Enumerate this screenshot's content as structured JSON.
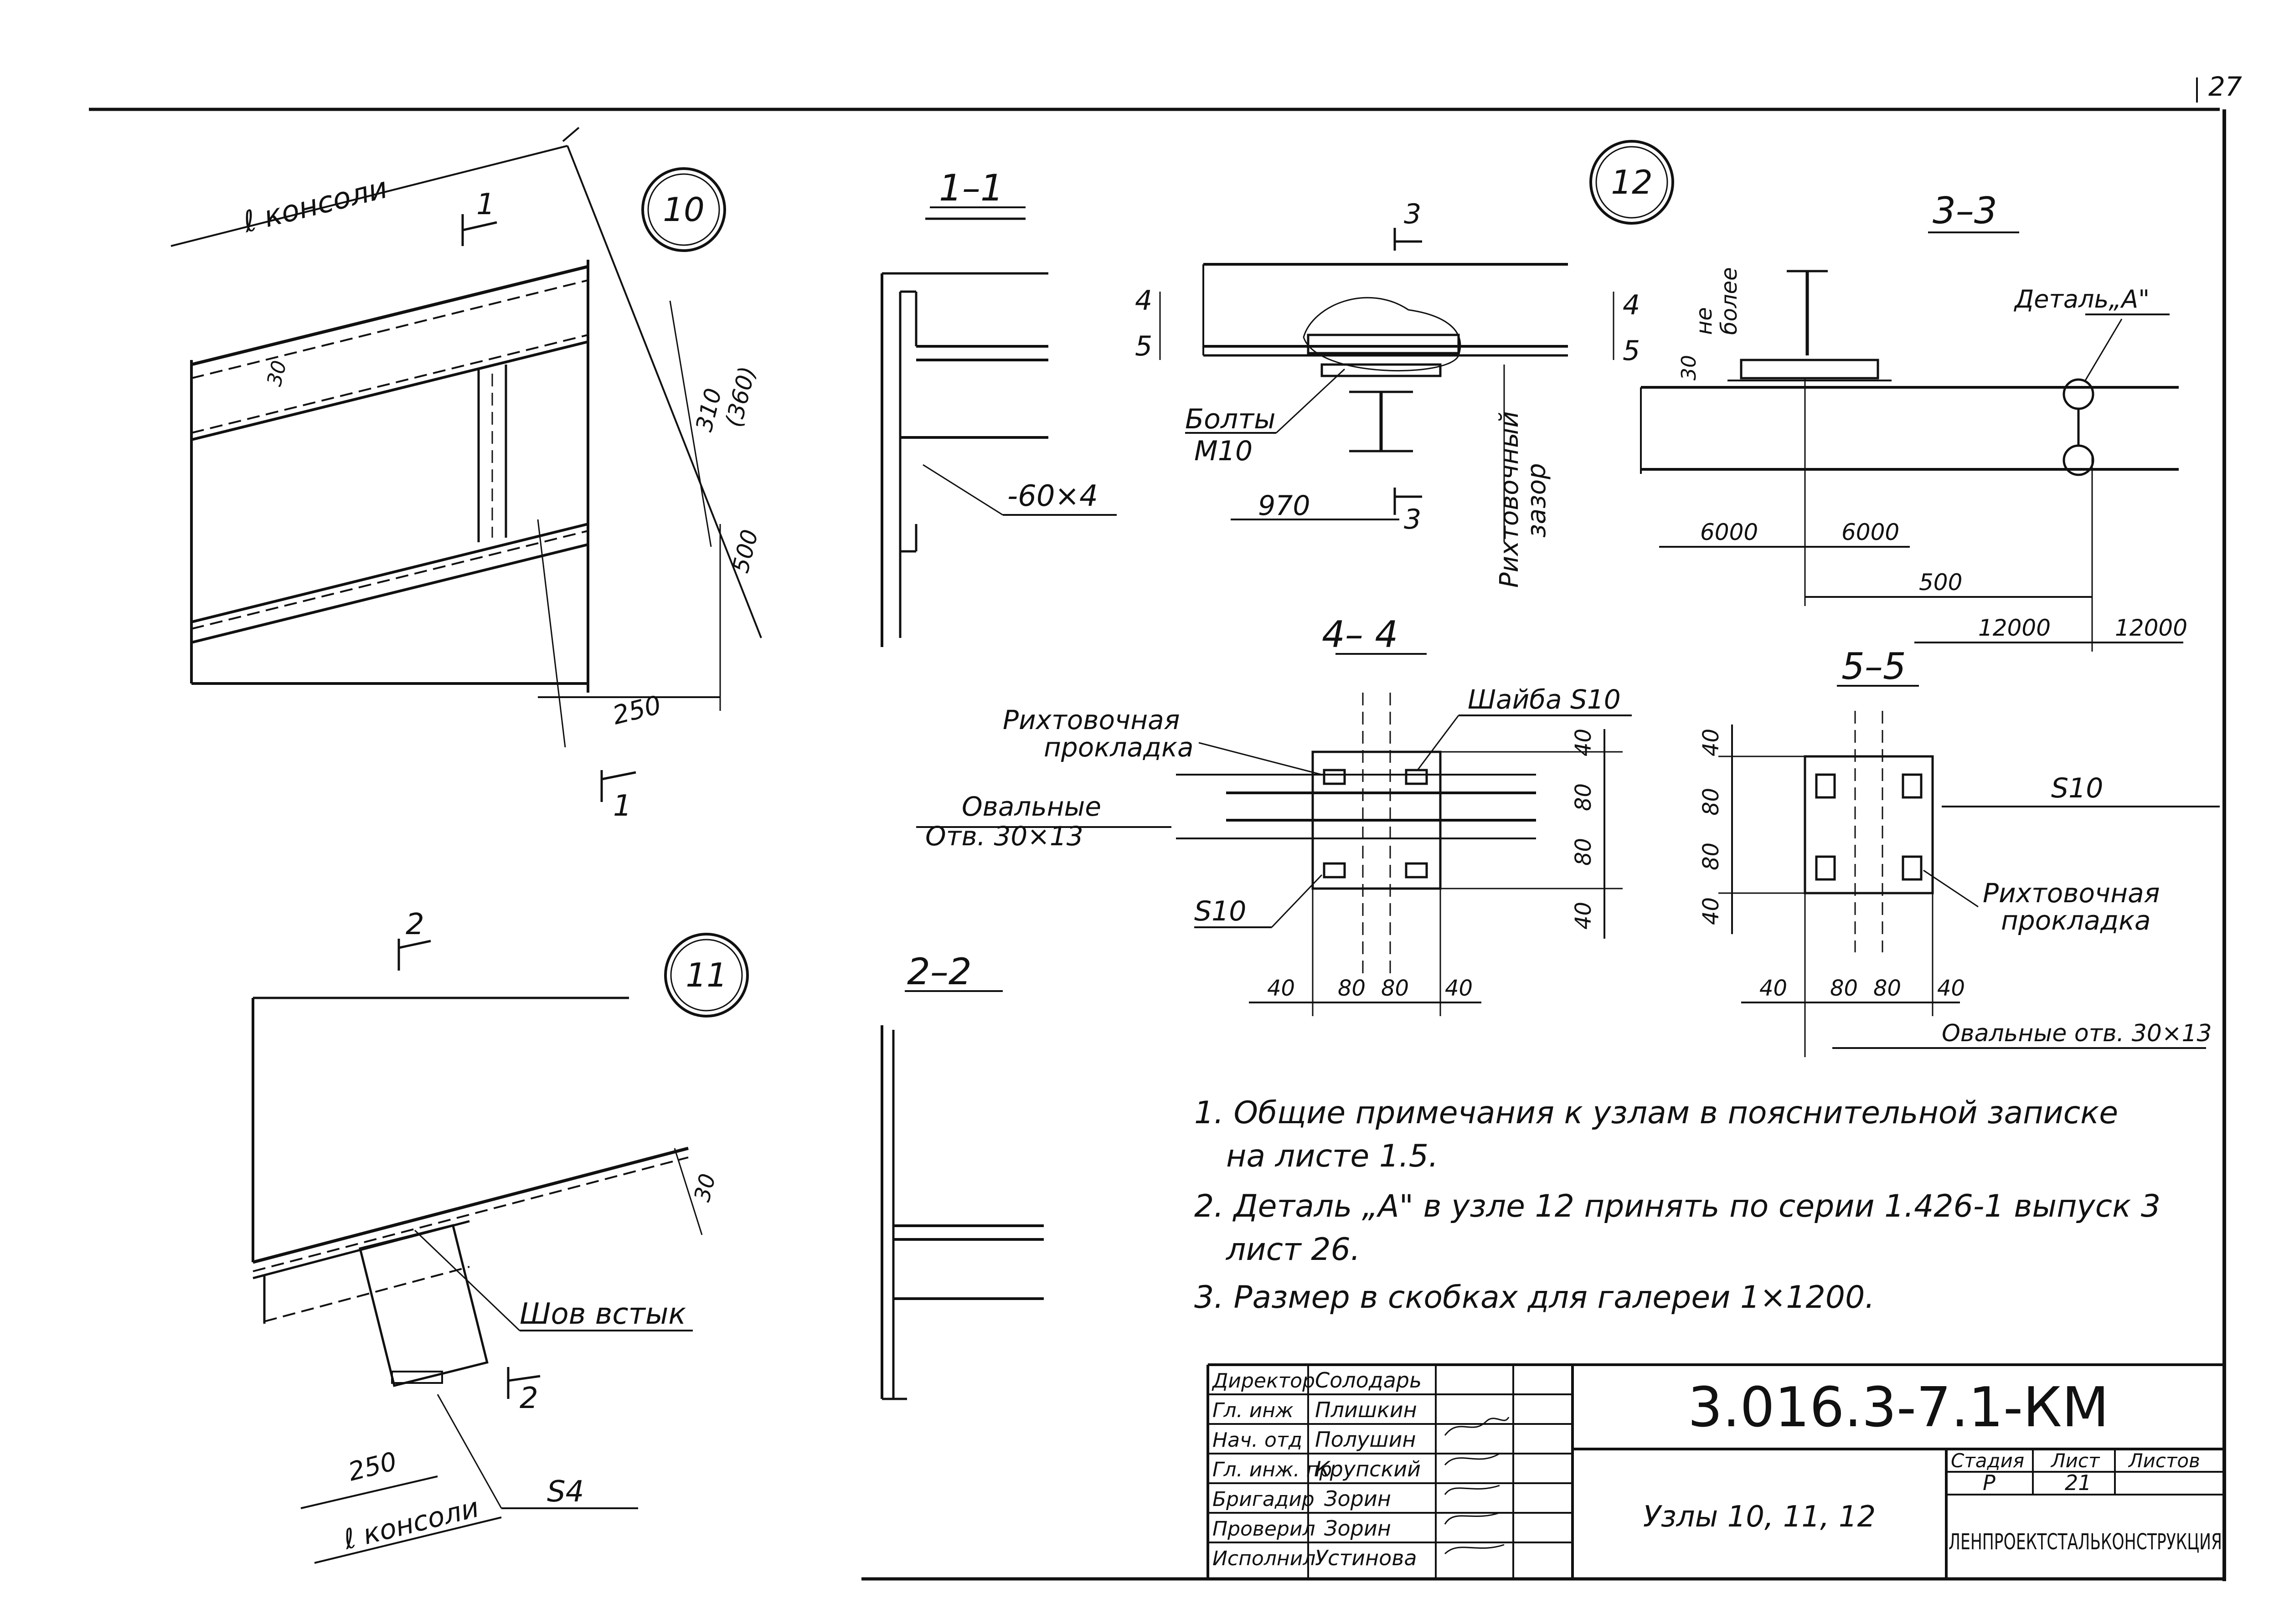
{
  "page_number": "27",
  "node_10": {
    "circle_label": "10",
    "cantilever_label": "ℓ консоли",
    "section_mark_top": "1",
    "section_mark_bottom": "1",
    "dim_30": "30",
    "dim_310": "310",
    "dim_360": "(360)",
    "dim_500": "500",
    "dim_250": "250"
  },
  "node_11": {
    "circle_label": "11",
    "section_mark_top": "2",
    "section_mark_bottom": "2",
    "dim_30": "30",
    "dim_250": "250",
    "cantilever_label": "ℓ консоли",
    "weld_label": "Шов встык",
    "plate_label": "S4"
  },
  "section_1_1": {
    "title": "1–1",
    "plate_label": "-60×4"
  },
  "section_2_2": {
    "title": "2–2"
  },
  "node_12": {
    "circle_label": "12",
    "mark_3": "3",
    "mark_4": "4",
    "mark_5": "5",
    "bolts_label_1": "Болты",
    "bolts_label_2": "М10",
    "dim_970": "970",
    "gap_label_1": "Рихтовочный",
    "gap_label_2": "зазор"
  },
  "section_3_3": {
    "title": "3–3",
    "dim_30": "30",
    "not_more_1": "не",
    "not_more_2": "более",
    "detail_label": "Деталь„А\"",
    "dim_6000_left": "6000",
    "dim_6000_right": "6000",
    "dim_500": "500",
    "dim_12000_left": "12000",
    "dim_12000_right": "12000"
  },
  "section_4_4": {
    "title": "4– 4",
    "shim_label_1": "Рихтовочная",
    "shim_label_2": "прокладка",
    "washer_label": "Шайба S10",
    "holes_label_1": "Овальные",
    "holes_label_2": "Отв. 30×13",
    "plate_label": "S10",
    "v_dims": [
      "40",
      "80",
      "80",
      "40"
    ],
    "h_dims": [
      "40",
      "80",
      "80",
      "40"
    ]
  },
  "section_5_5": {
    "title": "5–5",
    "plate_label": "S10",
    "shim_label_1": "Рихтовочная",
    "shim_label_2": "прокладка",
    "holes_label": "Овальные отв. 30×13",
    "v_dims": [
      "40",
      "80",
      "80",
      "40"
    ],
    "h_dims": [
      "40",
      "80",
      "80",
      "40"
    ]
  },
  "notes": [
    "1. Общие примечания к узлам в пояснительной записке",
    "на листе 1.5.",
    "2. Деталь „А\" в узле 12 принять по серии 1.426-1 выпуск 3",
    "лист 26.",
    "3. Размер в скобках для галереи 1×1200."
  ],
  "title_block": {
    "roles": [
      "Директор",
      "Гл. инж",
      "Нач. отд",
      "Гл. инж. пр",
      "Бригадир",
      "Проверил",
      "Исполнил"
    ],
    "names": [
      "Солодарь",
      "Плишкин",
      "Полушин",
      "Крупский",
      "Зорин",
      "Зорин",
      "Устинова"
    ],
    "document_code": "3.016.3-7.1-КМ",
    "drawing_title": "Узлы 10, 11, 12",
    "stage_header": "Стадия",
    "sheet_header": "Лист",
    "sheets_header": "Листов",
    "stage": "Р",
    "sheet": "21",
    "sheets": "",
    "organization": "ЛЕНПРОЕКТСТАЛЬКОНСТРУКЦИЯ"
  }
}
